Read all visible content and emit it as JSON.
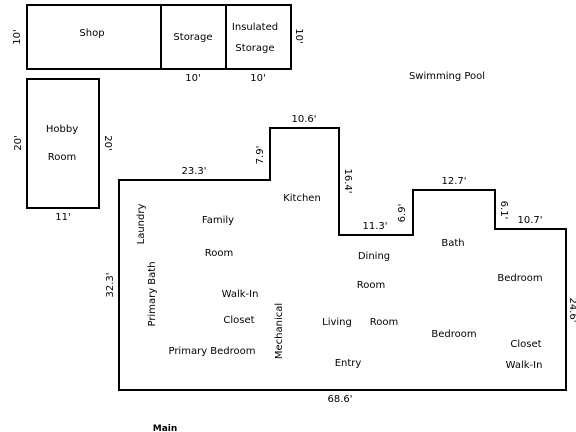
{
  "outbuildings": {
    "shop": "Shop",
    "storage": "Storage",
    "insulated_storage_line1": "Insulated",
    "insulated_storage_line2": "Storage",
    "hobby_room_line1": "Hobby",
    "hobby_room_line2": "Room",
    "swimming_pool": "Swimming Pool"
  },
  "outbuilding_dimensions": {
    "shop_depth": "10'",
    "storage_width": "10'",
    "insulated_storage_width": "10'",
    "insulated_storage_depth": "10'",
    "hobby_height_left": "20'",
    "hobby_height_right": "20'",
    "hobby_width": "11'"
  },
  "rooms": {
    "laundry": "Laundry",
    "primary_bath": "Primary Bath",
    "family": "Family",
    "family_room": "Room",
    "walk_in_left": "Walk-In",
    "closet_left": "Closet",
    "primary_bedroom": "Primary Bedroom",
    "mechanical": "Mechanical",
    "kitchen": "Kitchen",
    "dining": "Dining",
    "dining_room": "Room",
    "living": "Living",
    "living_room": "Room",
    "entry": "Entry",
    "bath": "Bath",
    "bedroom_right": "Bedroom",
    "bedroom_middle": "Bedroom",
    "closet_right": "Closet",
    "walk_in_right": "Walk-In"
  },
  "house_dimensions": {
    "left_top_width": "23.3'",
    "left_top_step": "7.9'",
    "kitchen_top_width": "10.6'",
    "kitchen_step": "16.4'",
    "notch_width": "11.3'",
    "notch_step": "6.9'",
    "bath_top_width": "12.7'",
    "bath_step": "6.1'",
    "right_top_width": "10.7'",
    "right_height": "24.6'",
    "left_height": "32.3'",
    "bottom_width": "68.6'"
  },
  "caption": "Main"
}
